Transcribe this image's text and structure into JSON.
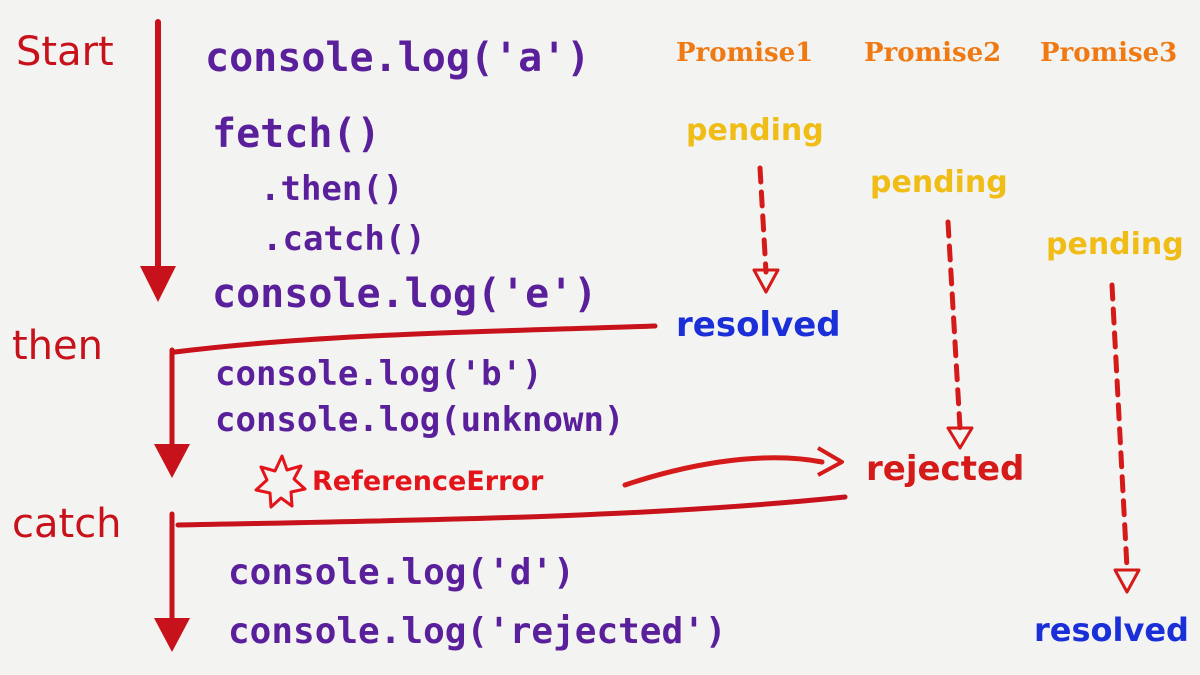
{
  "phases": {
    "start": "Start",
    "then": "then",
    "catch": "catch"
  },
  "code": {
    "log_a": "console.log('a')",
    "fetch": "fetch()",
    "then_call": ".then()",
    "catch_call": ".catch()",
    "log_e": "console.log('e')",
    "log_b": "console.log('b')",
    "log_unknown": "console.log(unknown)",
    "log_d": "console.log('d')",
    "log_rejected": "console.log('rejected')"
  },
  "error": {
    "label": "ReferenceError",
    "icon": "explosion-star-icon"
  },
  "promises": [
    {
      "title": "Promise1",
      "initial": "pending",
      "final": "resolved"
    },
    {
      "title": "Promise2",
      "initial": "pending",
      "final": "rejected"
    },
    {
      "title": "Promise3",
      "initial": "pending",
      "final": "resolved"
    }
  ],
  "colors": {
    "flow_arrows": "#c8121b",
    "code": "#5a1f9a",
    "promise_title": "#ef7a14",
    "pending": "#f0bd16",
    "resolved": "#1a2fd8",
    "rejected": "#d51a1a",
    "error": "#e3141a",
    "background": "#f3f3f1"
  }
}
